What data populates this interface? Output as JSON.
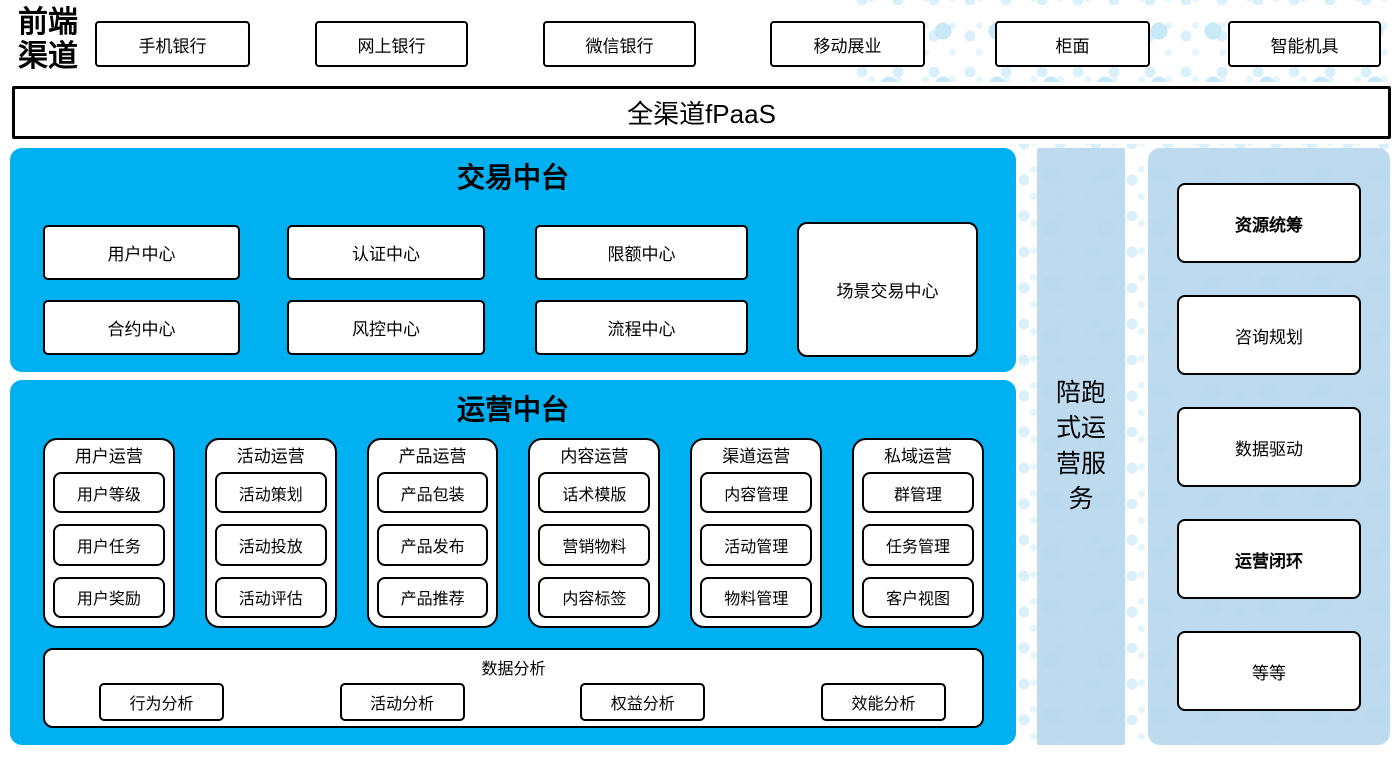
{
  "colors": {
    "bright_blue": "#00B0F0",
    "light_blue": "#BDD7EE",
    "dot_blue": "#C9E8F8",
    "box_border": "#000000",
    "box_fill": "#FFFFFF"
  },
  "front_channels": {
    "label": "前端渠道",
    "items": [
      "手机银行",
      "网上银行",
      "微信银行",
      "移动展业",
      "柜面",
      "智能机具"
    ]
  },
  "fpaas_bar": {
    "label": "全渠道fPaaS"
  },
  "transaction_platform": {
    "title": "交易中台",
    "row1": [
      "用户中心",
      "认证中心",
      "限额中心"
    ],
    "row2": [
      "合约中心",
      "风控中心",
      "流程中心"
    ],
    "tall_item": "场景交易中心"
  },
  "operation_platform": {
    "title": "运营中台",
    "columns": [
      {
        "title": "用户运营",
        "items": [
          "用户等级",
          "用户任务",
          "用户奖励"
        ]
      },
      {
        "title": "活动运营",
        "items": [
          "活动策划",
          "活动投放",
          "活动评估"
        ]
      },
      {
        "title": "产品运营",
        "items": [
          "产品包装",
          "产品发布",
          "产品推荐"
        ]
      },
      {
        "title": "内容运营",
        "items": [
          "话术模版",
          "营销物料",
          "内容标签"
        ]
      },
      {
        "title": "渠道运营",
        "items": [
          "内容管理",
          "活动管理",
          "物料管理"
        ]
      },
      {
        "title": "私域运营",
        "items": [
          "群管理",
          "任务管理",
          "客户视图"
        ]
      }
    ],
    "data_analysis": {
      "title": "数据分析",
      "items": [
        "行为分析",
        "活动分析",
        "权益分析",
        "效能分析"
      ]
    }
  },
  "side_bar": {
    "label": "陪跑式运营服务"
  },
  "right_panel": {
    "items": [
      {
        "label": "资源统筹",
        "bold": true
      },
      {
        "label": "咨询规划",
        "bold": false
      },
      {
        "label": "数据驱动",
        "bold": false
      },
      {
        "label": "运营闭环",
        "bold": true
      },
      {
        "label": "等等",
        "bold": false
      }
    ]
  }
}
